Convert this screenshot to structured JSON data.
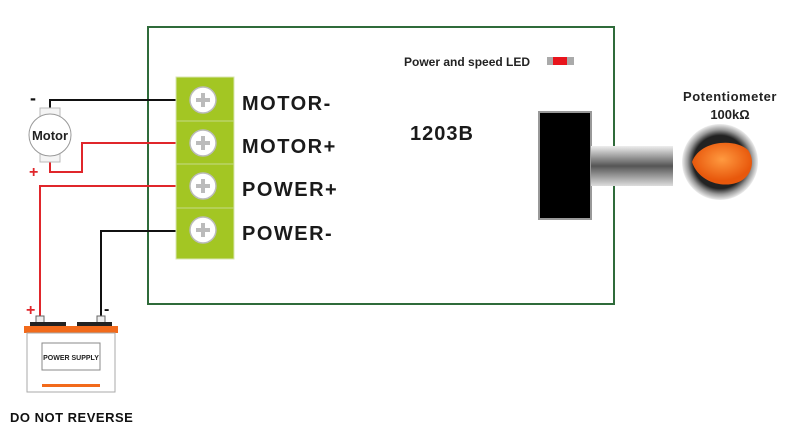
{
  "board": {
    "model": "1203B",
    "led_label": "Power and speed LED"
  },
  "terminals": [
    {
      "label": "MOTOR-"
    },
    {
      "label": "MOTOR+"
    },
    {
      "label": "POWER+"
    },
    {
      "label": "POWER-"
    }
  ],
  "motor": {
    "label": "Motor",
    "minus": "-",
    "plus": "+"
  },
  "battery": {
    "label": "POWER SUPPLY",
    "plus": "+",
    "minus": "-"
  },
  "warning": "DO NOT REVERSE",
  "potentiometer": {
    "title": "Potentiometer",
    "value": "100kΩ"
  },
  "colors": {
    "board_border": "#2f6b3a",
    "terminal": "#a3c623",
    "positive_wire": "#e0262b",
    "negative_wire": "#111111",
    "battery_top": "#f26a1b",
    "knob": "#f57a1a"
  }
}
